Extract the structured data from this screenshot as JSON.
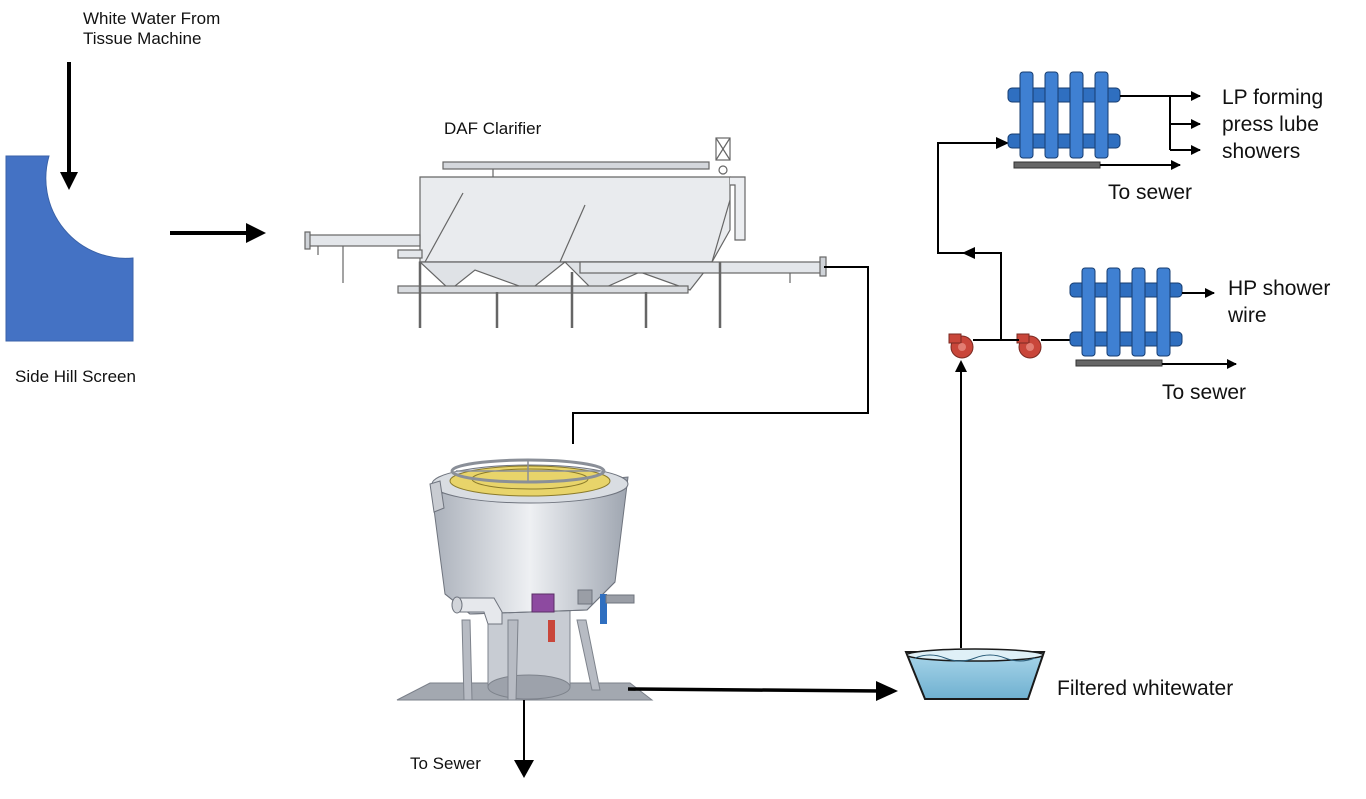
{
  "labels": {
    "white_water_source": "White Water From Tissue Machine",
    "daf_clarifier": "DAF Clarifier",
    "side_hill_screen": "Side Hill Screen",
    "to_sewer_bottom": "To Sewer",
    "filtered_whitewater": "Filtered whitewater",
    "lp_showers": "LP forming press lube showers",
    "to_sewer_lp": "To sewer",
    "hp_shower": "HP shower wire",
    "to_sewer_hp": "To sewer"
  },
  "colors": {
    "screen_blue": "#4472c4",
    "steel_light": "#e6e8ec",
    "steel_mid": "#b9bcc4",
    "header_blue": "#2f6fc0",
    "pump_red": "#c9463a",
    "water_blue": "#8fc3dc",
    "filter_yellow": "#e8d46a",
    "line_black": "#000000"
  }
}
